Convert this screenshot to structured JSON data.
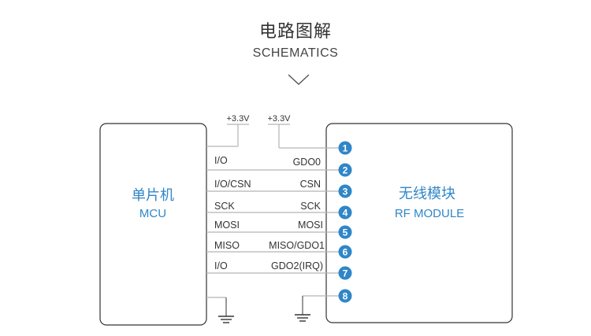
{
  "header": {
    "title_cn": "电路图解",
    "title_en": "SCHEMATICS"
  },
  "mcu": {
    "name_cn": "单片机",
    "name_en": "MCU"
  },
  "rf": {
    "name_cn": "无线模块",
    "name_en": "RF MODULE"
  },
  "power": {
    "vcc_left": "+3.3V",
    "vcc_right": "+3.3V"
  },
  "signals": [
    {
      "pin": "1",
      "left": "",
      "right": ""
    },
    {
      "pin": "2",
      "left": "I/O",
      "right": "GDO0"
    },
    {
      "pin": "3",
      "left": "I/O/CSN",
      "right": "CSN"
    },
    {
      "pin": "4",
      "left": "SCK",
      "right": "SCK"
    },
    {
      "pin": "5",
      "left": "MOSI",
      "right": "MOSI"
    },
    {
      "pin": "6",
      "left": "MISO",
      "right": "MISO/GDO1"
    },
    {
      "pin": "7",
      "left": "I/O",
      "right": "GDO2(IRQ)"
    },
    {
      "pin": "8",
      "left": "",
      "right": ""
    }
  ],
  "colors": {
    "accent": "#2f86c8",
    "line": "#b5b5b5",
    "box_border": "#333333"
  }
}
